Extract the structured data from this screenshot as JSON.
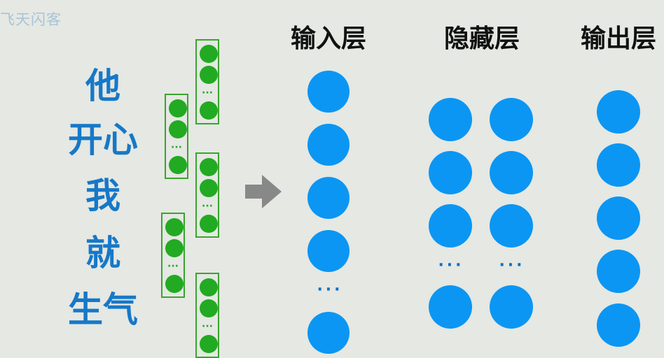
{
  "watermark": "飞天闪客",
  "input_sentence": {
    "words": [
      "他",
      "开心",
      "我",
      "就",
      "生气"
    ]
  },
  "word_vectors": {
    "ellipsis": "···"
  },
  "layers": {
    "input": {
      "title": "输入层",
      "ellipsis": "···"
    },
    "hidden": {
      "title": "隐藏层",
      "ellipsis": "···"
    },
    "output": {
      "title": "输出层"
    }
  },
  "colors": {
    "word_text": "#1678c8",
    "vector_border": "#3aa52e",
    "vector_dot": "#22aa22",
    "node": "#0b96f3",
    "arrow": "#888888",
    "background": "#e5e8e3"
  },
  "icons": {
    "arrow": "right-arrow-icon"
  }
}
